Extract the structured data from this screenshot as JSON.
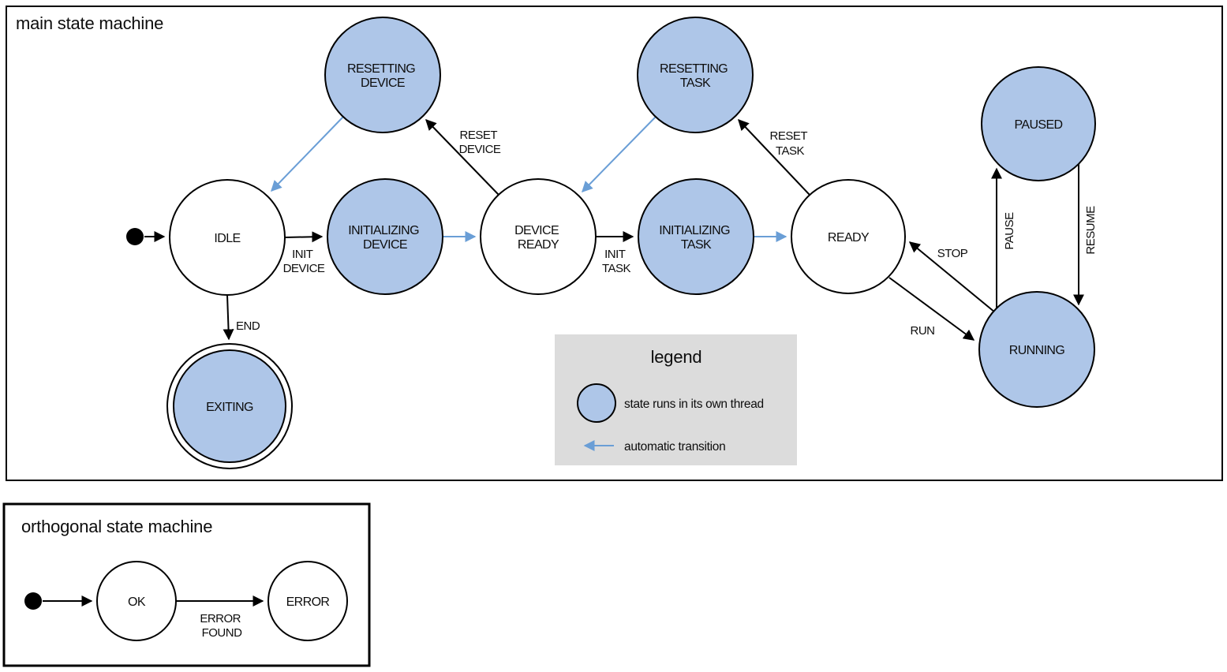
{
  "main": {
    "title": "main state machine",
    "states": [
      {
        "name": "IDLE",
        "lines": [
          "IDLE"
        ],
        "own_thread": false,
        "final": false
      },
      {
        "name": "RESETTING DEVICE",
        "lines": [
          "RESETTING",
          "DEVICE"
        ],
        "own_thread": true,
        "final": false
      },
      {
        "name": "INITIALIZING DEVICE",
        "lines": [
          "INITIALIZING",
          "DEVICE"
        ],
        "own_thread": true,
        "final": false
      },
      {
        "name": "DEVICE READY",
        "lines": [
          "DEVICE",
          "READY"
        ],
        "own_thread": false,
        "final": false
      },
      {
        "name": "RESETTING TASK",
        "lines": [
          "RESETTING",
          "TASK"
        ],
        "own_thread": true,
        "final": false
      },
      {
        "name": "INITIALIZING TASK",
        "lines": [
          "INITIALIZING",
          "TASK"
        ],
        "own_thread": true,
        "final": false
      },
      {
        "name": "READY",
        "lines": [
          "READY"
        ],
        "own_thread": false,
        "final": false
      },
      {
        "name": "PAUSED",
        "lines": [
          "PAUSED"
        ],
        "own_thread": true,
        "final": false
      },
      {
        "name": "RUNNING",
        "lines": [
          "RUNNING"
        ],
        "own_thread": true,
        "final": false
      },
      {
        "name": "EXITING",
        "lines": [
          "EXITING"
        ],
        "own_thread": true,
        "final": true
      }
    ],
    "transitions": [
      {
        "from": "initial",
        "to": "IDLE",
        "label": [],
        "automatic": false
      },
      {
        "from": "IDLE",
        "to": "INITIALIZING DEVICE",
        "label": [
          "INIT",
          "DEVICE"
        ],
        "automatic": false
      },
      {
        "from": "INITIALIZING DEVICE",
        "to": "DEVICE READY",
        "label": [],
        "automatic": true
      },
      {
        "from": "DEVICE READY",
        "to": "RESETTING DEVICE",
        "label": [
          "RESET",
          "DEVICE"
        ],
        "automatic": false
      },
      {
        "from": "RESETTING DEVICE",
        "to": "IDLE",
        "label": [],
        "automatic": true
      },
      {
        "from": "DEVICE READY",
        "to": "INITIALIZING TASK",
        "label": [
          "INIT",
          "TASK"
        ],
        "automatic": false
      },
      {
        "from": "INITIALIZING TASK",
        "to": "READY",
        "label": [],
        "automatic": true
      },
      {
        "from": "READY",
        "to": "RESETTING TASK",
        "label": [
          "RESET",
          "TASK"
        ],
        "automatic": false
      },
      {
        "from": "RESETTING TASK",
        "to": "DEVICE READY",
        "label": [],
        "automatic": true
      },
      {
        "from": "IDLE",
        "to": "EXITING",
        "label": [
          "END"
        ],
        "automatic": false
      },
      {
        "from": "READY",
        "to": "RUNNING",
        "label": [
          "RUN"
        ],
        "automatic": false
      },
      {
        "from": "RUNNING",
        "to": "READY",
        "label": [
          "STOP"
        ],
        "automatic": false
      },
      {
        "from": "RUNNING",
        "to": "PAUSED",
        "label": [
          "PAUSE"
        ],
        "automatic": false
      },
      {
        "from": "PAUSED",
        "to": "RUNNING",
        "label": [
          "RESUME"
        ],
        "automatic": false
      }
    ]
  },
  "legend": {
    "title": "legend",
    "items": [
      {
        "symbol": "thread-state-circle",
        "label": "state runs in its own thread"
      },
      {
        "symbol": "automatic-transition-arrow",
        "label": "automatic transition"
      }
    ]
  },
  "orthogonal": {
    "title": "orthogonal state machine",
    "states": [
      {
        "name": "OK",
        "lines": [
          "OK"
        ]
      },
      {
        "name": "ERROR",
        "lines": [
          "ERROR"
        ]
      }
    ],
    "transitions": [
      {
        "from": "initial",
        "to": "OK",
        "label": []
      },
      {
        "from": "OK",
        "to": "ERROR",
        "label": [
          "ERROR",
          "FOUND"
        ]
      }
    ]
  },
  "colors": {
    "own_thread_state_fill": "#aec6e8",
    "automatic_transition_arrow": "#6a9ed6",
    "outline": "#000000",
    "legend_background": "#dcdcdc",
    "background": "#ffffff"
  }
}
